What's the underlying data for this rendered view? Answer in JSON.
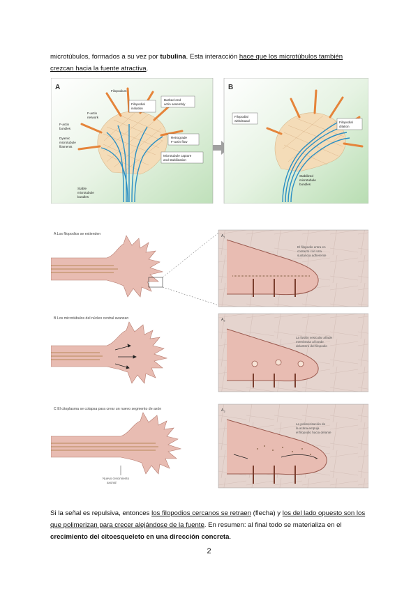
{
  "paragraph_top": {
    "t1": "microtúbulos, formados a su vez por ",
    "t2": "tubulina",
    "t3": ". Esta interacción ",
    "t4": "hace que los microtúbulos también crezcan hacia la fuente atractiva",
    "t5": "."
  },
  "figure_top": {
    "panel_a": {
      "letter": "A",
      "labels": {
        "filopodium": "Filopodium",
        "filopodial_initiation_1": "Filopodial",
        "filopodial_initiation_2": "initiation",
        "barbed_end_1": "Barbed-end",
        "barbed_end_2": "actin assembly",
        "f_actin_network_1": "F-actin",
        "f_actin_network_2": "network",
        "f_actin_bundles_1": "F-actin",
        "f_actin_bundles_2": "bundles",
        "dynamic_mt_1": "Dyamic",
        "dynamic_mt_2": "microtubule",
        "dynamic_mt_3": "filaments",
        "retrograde_1": "Retrograde",
        "retrograde_2": "F-actin flow",
        "mt_capture_1": "Microtubule capture",
        "mt_capture_2": "and stabilization",
        "stable_mt_1": "Stable",
        "stable_mt_2": "microtubule",
        "stable_mt_3": "bundles"
      }
    },
    "panel_b": {
      "letter": "B",
      "labels": {
        "withdrawal_1": "Filopodial",
        "withdrawal_2": "withdrawal",
        "dilation_1": "Filopodial",
        "dilation_2": "dilation",
        "stabilized_1": "Stabilized",
        "stabilized_2": "microtubule",
        "stabilized_3": "bundles"
      }
    },
    "colors": {
      "actin": "#e58a3c",
      "microtubule": "#2a8fc4",
      "cone": "#f3dcb8",
      "background": "#c7e3c3"
    }
  },
  "figure_bottom": {
    "row_a": {
      "caption": "A Los filopodios se extienden",
      "inset_label": "A",
      "inset_sub": "1",
      "inset_text_1": "El filopodio entra en",
      "inset_text_2": "contacto con una",
      "inset_text_3": "sustancia adherente"
    },
    "row_b": {
      "caption": "B Los microtúbulos del núcleo central avanzan",
      "inset_label": "A",
      "inset_sub": "2",
      "inset_text_1": "La fusión vesicular añade",
      "inset_text_2": "membrana al borde",
      "inset_text_3": "delantero del filopodio"
    },
    "row_c": {
      "caption": "C El citoplasma se colapsa para crear un nuevo segmento de axón",
      "inset_label": "A",
      "inset_sub": "3",
      "inset_text_1": "La polimerización de",
      "inset_text_2": "la actina empuja",
      "inset_text_3": "el filopodio hacia delante",
      "new_growth_1": "Nuevo crecimiento",
      "new_growth_2": "axonal"
    },
    "colors": {
      "cone_fill": "#e6b6ad",
      "cone_stroke": "#b97a70",
      "inset_bg": "#e3cfc9"
    }
  },
  "paragraph_bottom": {
    "t1": "Si la señal es repulsiva, entonces ",
    "t2": "los filopodios cercanos se retraen",
    "t3": " (flecha) y ",
    "t4": "los del lado opuesto son los que polimerizan para crecer alejándose de la fuente",
    "t5": ". En resumen: al final todo se materializa en el ",
    "t6": "crecimiento del citoesqueleto en una dirección concreta",
    "t7": "."
  },
  "page_number": "2"
}
